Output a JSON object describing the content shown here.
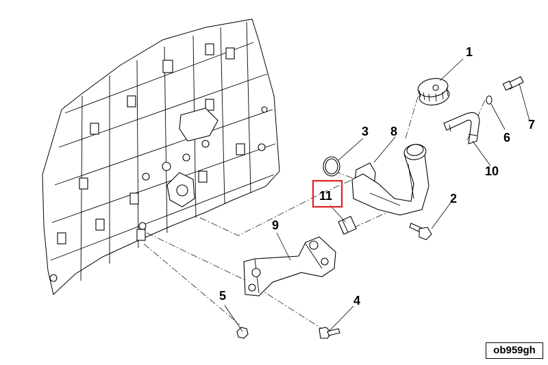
{
  "diagram": {
    "callouts": [
      {
        "id": "1",
        "label": "1"
      },
      {
        "id": "2",
        "label": "2"
      },
      {
        "id": "3",
        "label": "3"
      },
      {
        "id": "4",
        "label": "4"
      },
      {
        "id": "5",
        "label": "5"
      },
      {
        "id": "6",
        "label": "6"
      },
      {
        "id": "7",
        "label": "7"
      },
      {
        "id": "8",
        "label": "8"
      },
      {
        "id": "9",
        "label": "9"
      },
      {
        "id": "10",
        "label": "10"
      },
      {
        "id": "11",
        "label": "11"
      }
    ],
    "highlighted_callout": "11",
    "highlight_color": "#e02020",
    "drawing_code": "ob959gh"
  }
}
